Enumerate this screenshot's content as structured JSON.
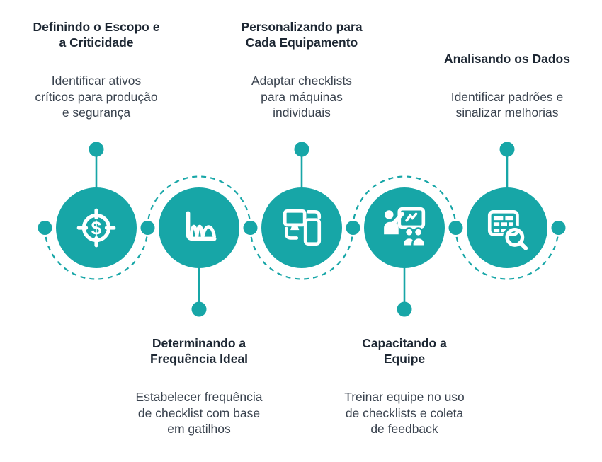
{
  "figure": {
    "type": "process-infographic",
    "language": "pt-BR",
    "step_count": 5
  },
  "colors": {
    "accent_teal": "#17A6A7",
    "title_text": "#1D2733",
    "body_text": "#39424E",
    "background": "#FFFFFF",
    "icon_stroke": "#FFFFFF"
  },
  "steps": [
    {
      "index": 1,
      "text_position": "top",
      "icon": "dollar-target-icon",
      "title_lines": [
        "Definindo o Escopo e",
        "a Criticidade"
      ],
      "description_lines": [
        "Identificar ativos",
        "críticos para produção",
        "e segurança"
      ]
    },
    {
      "index": 2,
      "text_position": "bottom",
      "icon": "frequency-curve-chart-icon",
      "title_lines": [
        "Determinando a",
        "Frequência Ideal"
      ],
      "description_lines": [
        "Estabelecer frequência",
        "de checklist com base",
        "em gatilhos"
      ]
    },
    {
      "index": 3,
      "text_position": "top",
      "icon": "devices-sync-icon",
      "title_lines": [
        "Personalizando para",
        "Cada Equipamento"
      ],
      "description_lines": [
        "Adaptar checklists",
        "para máquinas",
        "individuais"
      ]
    },
    {
      "index": 4,
      "text_position": "bottom",
      "icon": "training-presentation-icon",
      "title_lines": [
        "Capacitando a",
        "Equipe"
      ],
      "description_lines": [
        "Treinar equipe no uso",
        "de checklists e coleta",
        "de feedback"
      ]
    },
    {
      "index": 5,
      "text_position": "top",
      "icon": "table-magnifier-icon",
      "title_lines": [
        "Analisando os Dados"
      ],
      "description_lines": [
        "Identificar padrões e",
        "sinalizar melhorias"
      ]
    }
  ]
}
